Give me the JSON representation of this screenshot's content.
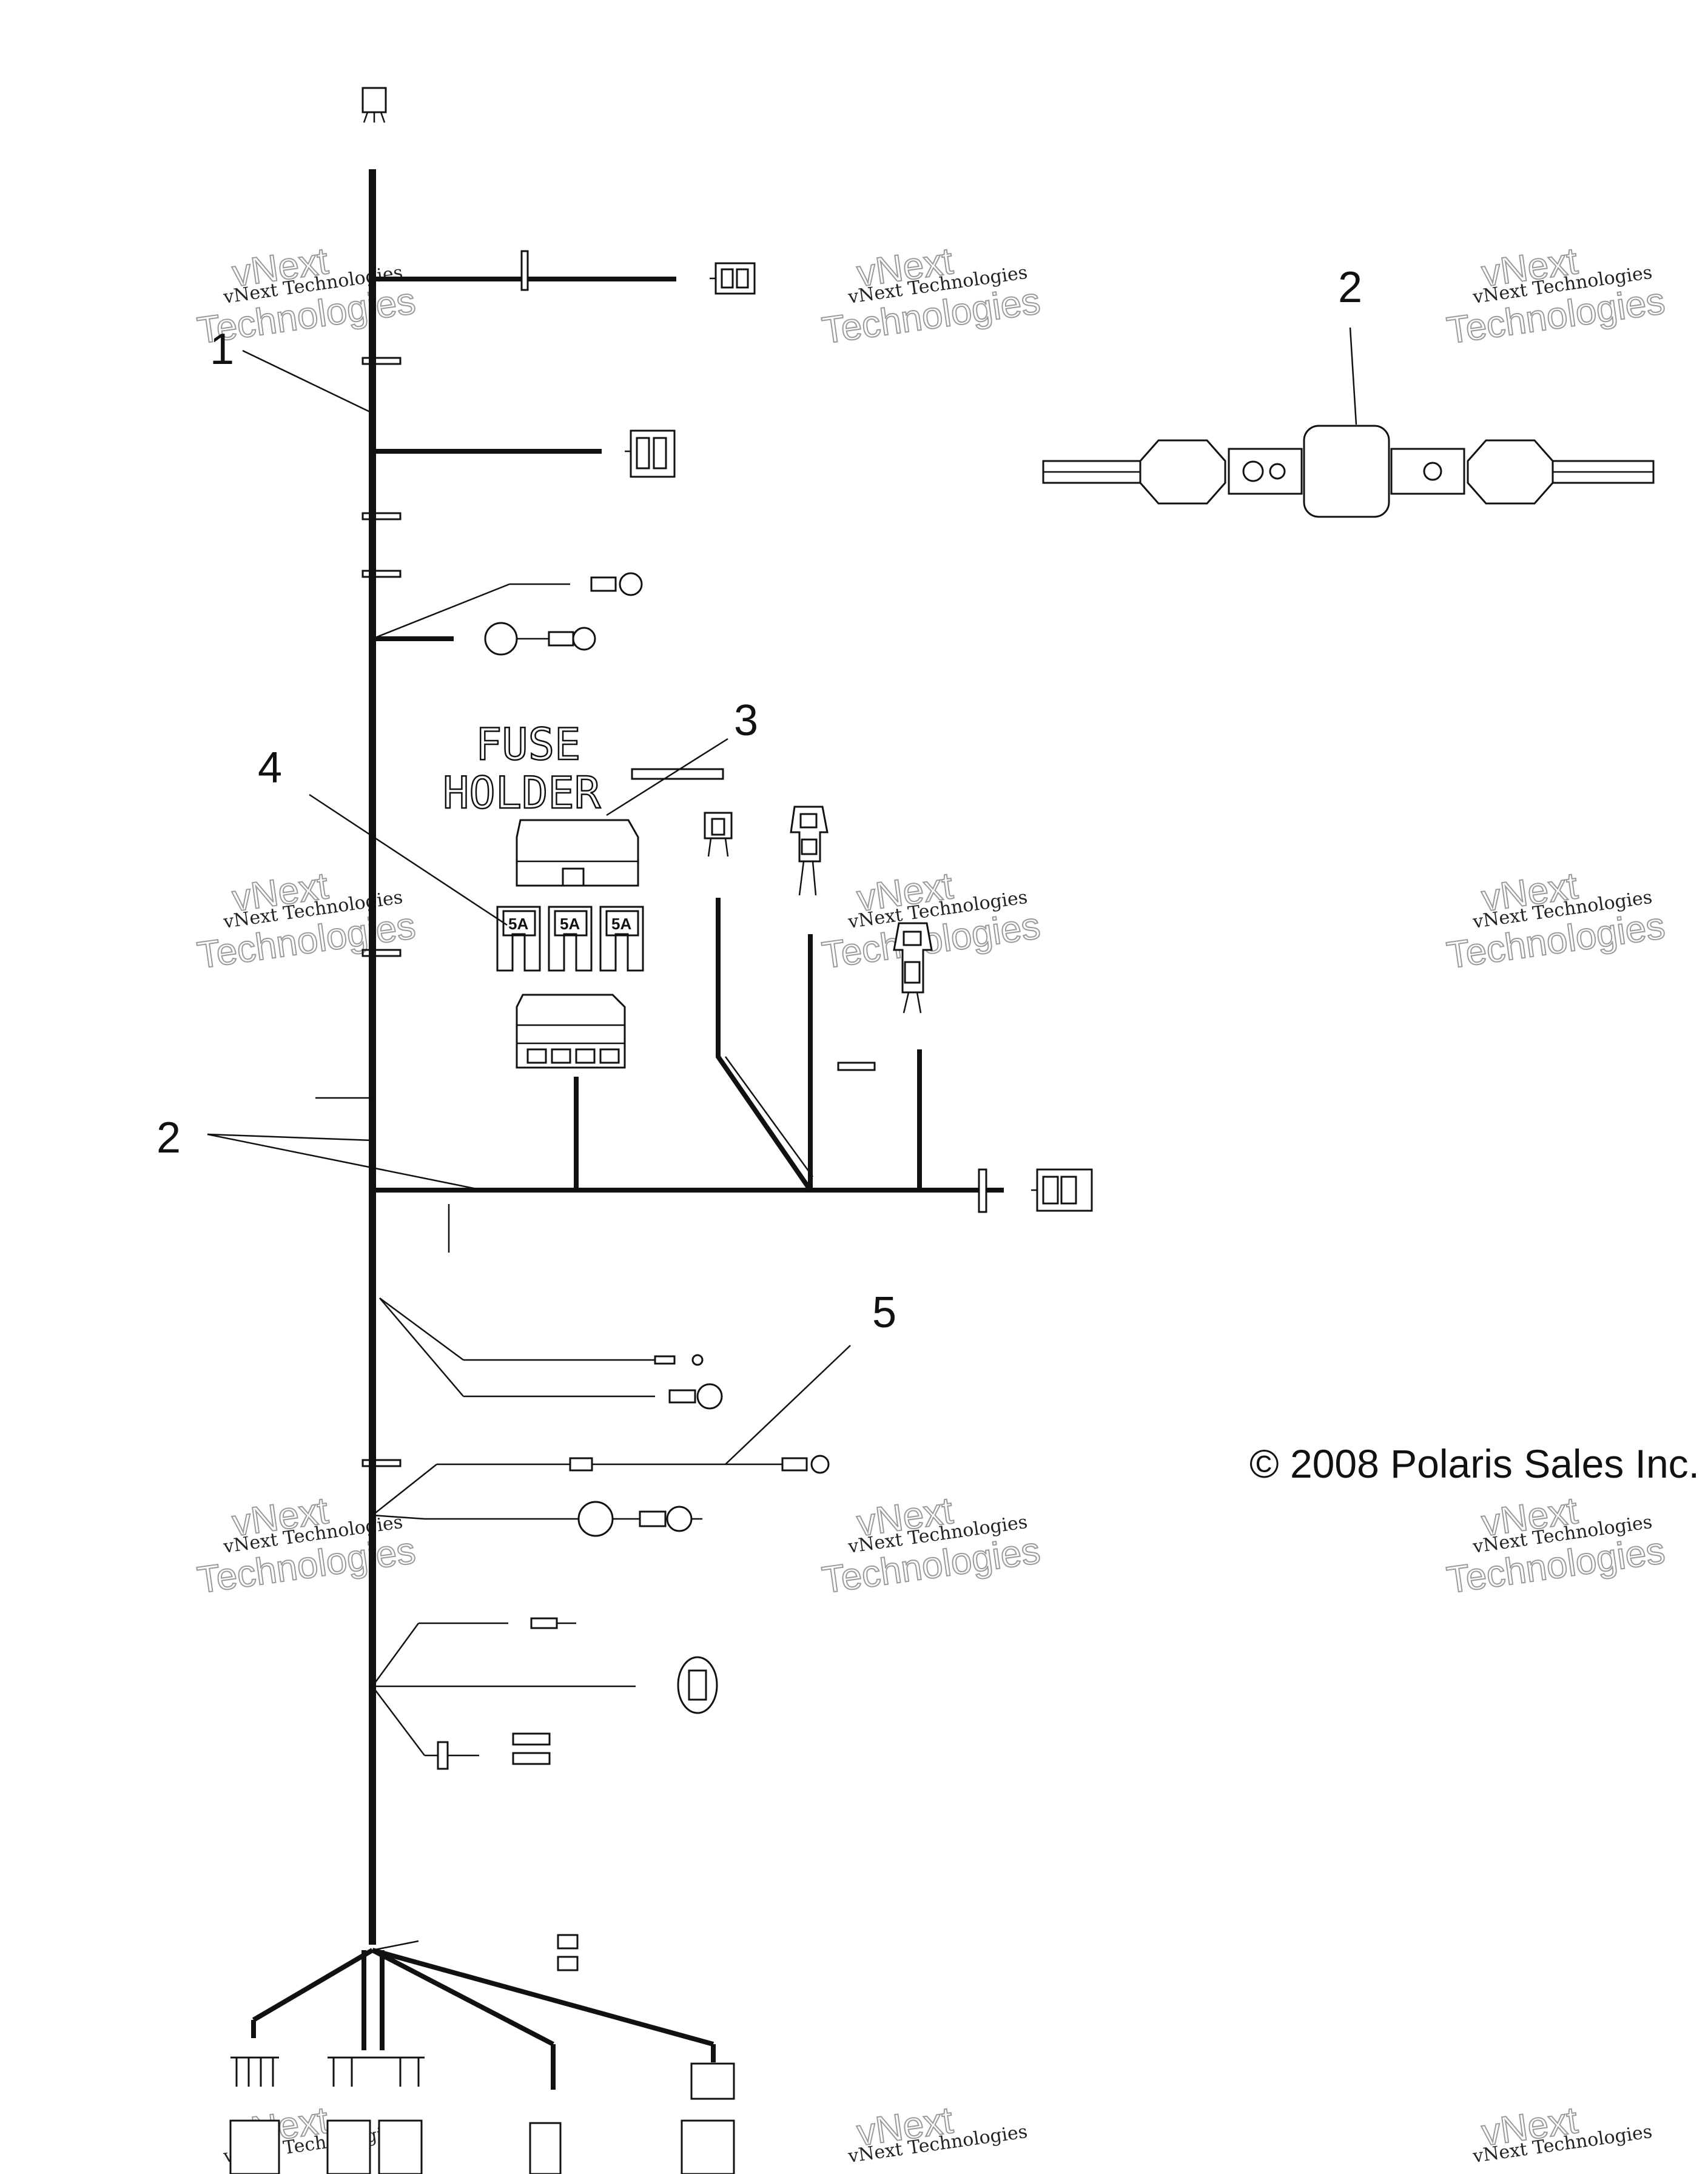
{
  "callouts": {
    "c1": "1",
    "c2_right": "2",
    "c2_left": "2",
    "c3": "3",
    "c4": "4",
    "c5": "5"
  },
  "fuse_holder": {
    "line1": "FUSE",
    "line2": "HOLDER"
  },
  "fuse_ratings": [
    "5A",
    "5A",
    "5A"
  ],
  "copyright": "© 2008 Polaris Sales Inc.",
  "watermark": {
    "line1": "vNext Technologies",
    "line2": "Technologies",
    "logo": "vNext"
  },
  "colors": {
    "line": "#111111",
    "watermark": "#9a9a9a"
  }
}
